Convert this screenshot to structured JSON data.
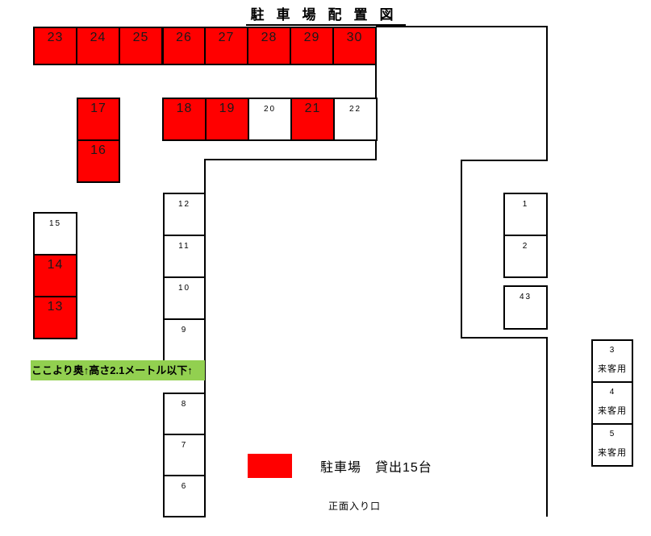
{
  "title": "駐車場配置図",
  "height_banner": {
    "text": "ここより奥↑高さ2.1メートル以下↑",
    "background": "#92d050"
  },
  "legend": {
    "swatch_color": "#ff0000",
    "label": "駐車場　貸出15台"
  },
  "entrance_label": "正面入り口",
  "colors": {
    "occupied": "#ff0000",
    "vacant": "#ffffff",
    "line": "#000000"
  },
  "spaces": {
    "top_row": [
      {
        "number": "23",
        "occupied": true
      },
      {
        "number": "24",
        "occupied": true
      },
      {
        "number": "25",
        "occupied": true
      },
      {
        "number": "26",
        "occupied": true
      },
      {
        "number": "27",
        "occupied": true
      },
      {
        "number": "28",
        "occupied": true
      },
      {
        "number": "29",
        "occupied": true
      },
      {
        "number": "30",
        "occupied": true
      }
    ],
    "stack_17_16": [
      {
        "number": "17",
        "occupied": true
      },
      {
        "number": "16",
        "occupied": true
      }
    ],
    "row_18_22": [
      {
        "number": "18",
        "occupied": true
      },
      {
        "number": "19",
        "occupied": true
      },
      {
        "number": "20",
        "occupied": false
      },
      {
        "number": "21",
        "occupied": true
      },
      {
        "number": "22",
        "occupied": false
      }
    ],
    "col_15_13": [
      {
        "number": "15",
        "occupied": false
      },
      {
        "number": "14",
        "occupied": true
      },
      {
        "number": "13",
        "occupied": true
      }
    ],
    "col_12_9": [
      {
        "number": "12",
        "occupied": false
      },
      {
        "number": "11",
        "occupied": false
      },
      {
        "number": "10",
        "occupied": false
      },
      {
        "number": "9",
        "occupied": false
      }
    ],
    "col_8_6": [
      {
        "number": "8",
        "occupied": false
      },
      {
        "number": "7",
        "occupied": false
      },
      {
        "number": "6",
        "occupied": false
      }
    ],
    "col_1_2": [
      {
        "number": "1",
        "occupied": false
      },
      {
        "number": "2",
        "occupied": false
      }
    ],
    "box_43": {
      "number": "43",
      "occupied": false
    },
    "visitor_col": [
      {
        "number": "3",
        "label": "来客用"
      },
      {
        "number": "4",
        "label": "来客用"
      },
      {
        "number": "5",
        "label": "来客用"
      }
    ]
  }
}
